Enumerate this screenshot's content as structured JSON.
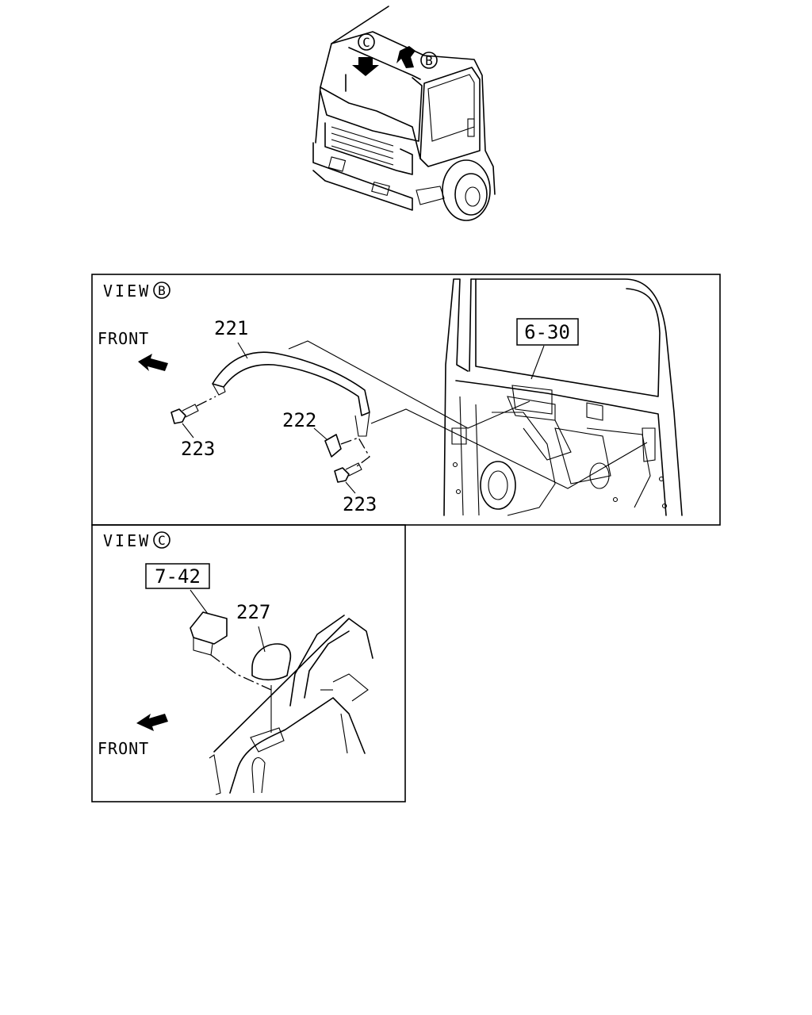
{
  "truck": {
    "view_b_marker": "B",
    "view_c_marker": "C"
  },
  "view_b": {
    "label": "VIEW",
    "marker": "B",
    "front_label": "FRONT",
    "ref_box": "6-30",
    "parts": {
      "p221": "221",
      "p222": "222",
      "p223a": "223",
      "p223b": "223"
    }
  },
  "view_c": {
    "label": "VIEW",
    "marker": "C",
    "front_label": "FRONT",
    "ref_box": "7-42",
    "parts": {
      "p227": "227"
    }
  },
  "icons": {
    "front_arrow": "arrow-left-down-icon",
    "view_arrow": "arrow-down-icon"
  }
}
